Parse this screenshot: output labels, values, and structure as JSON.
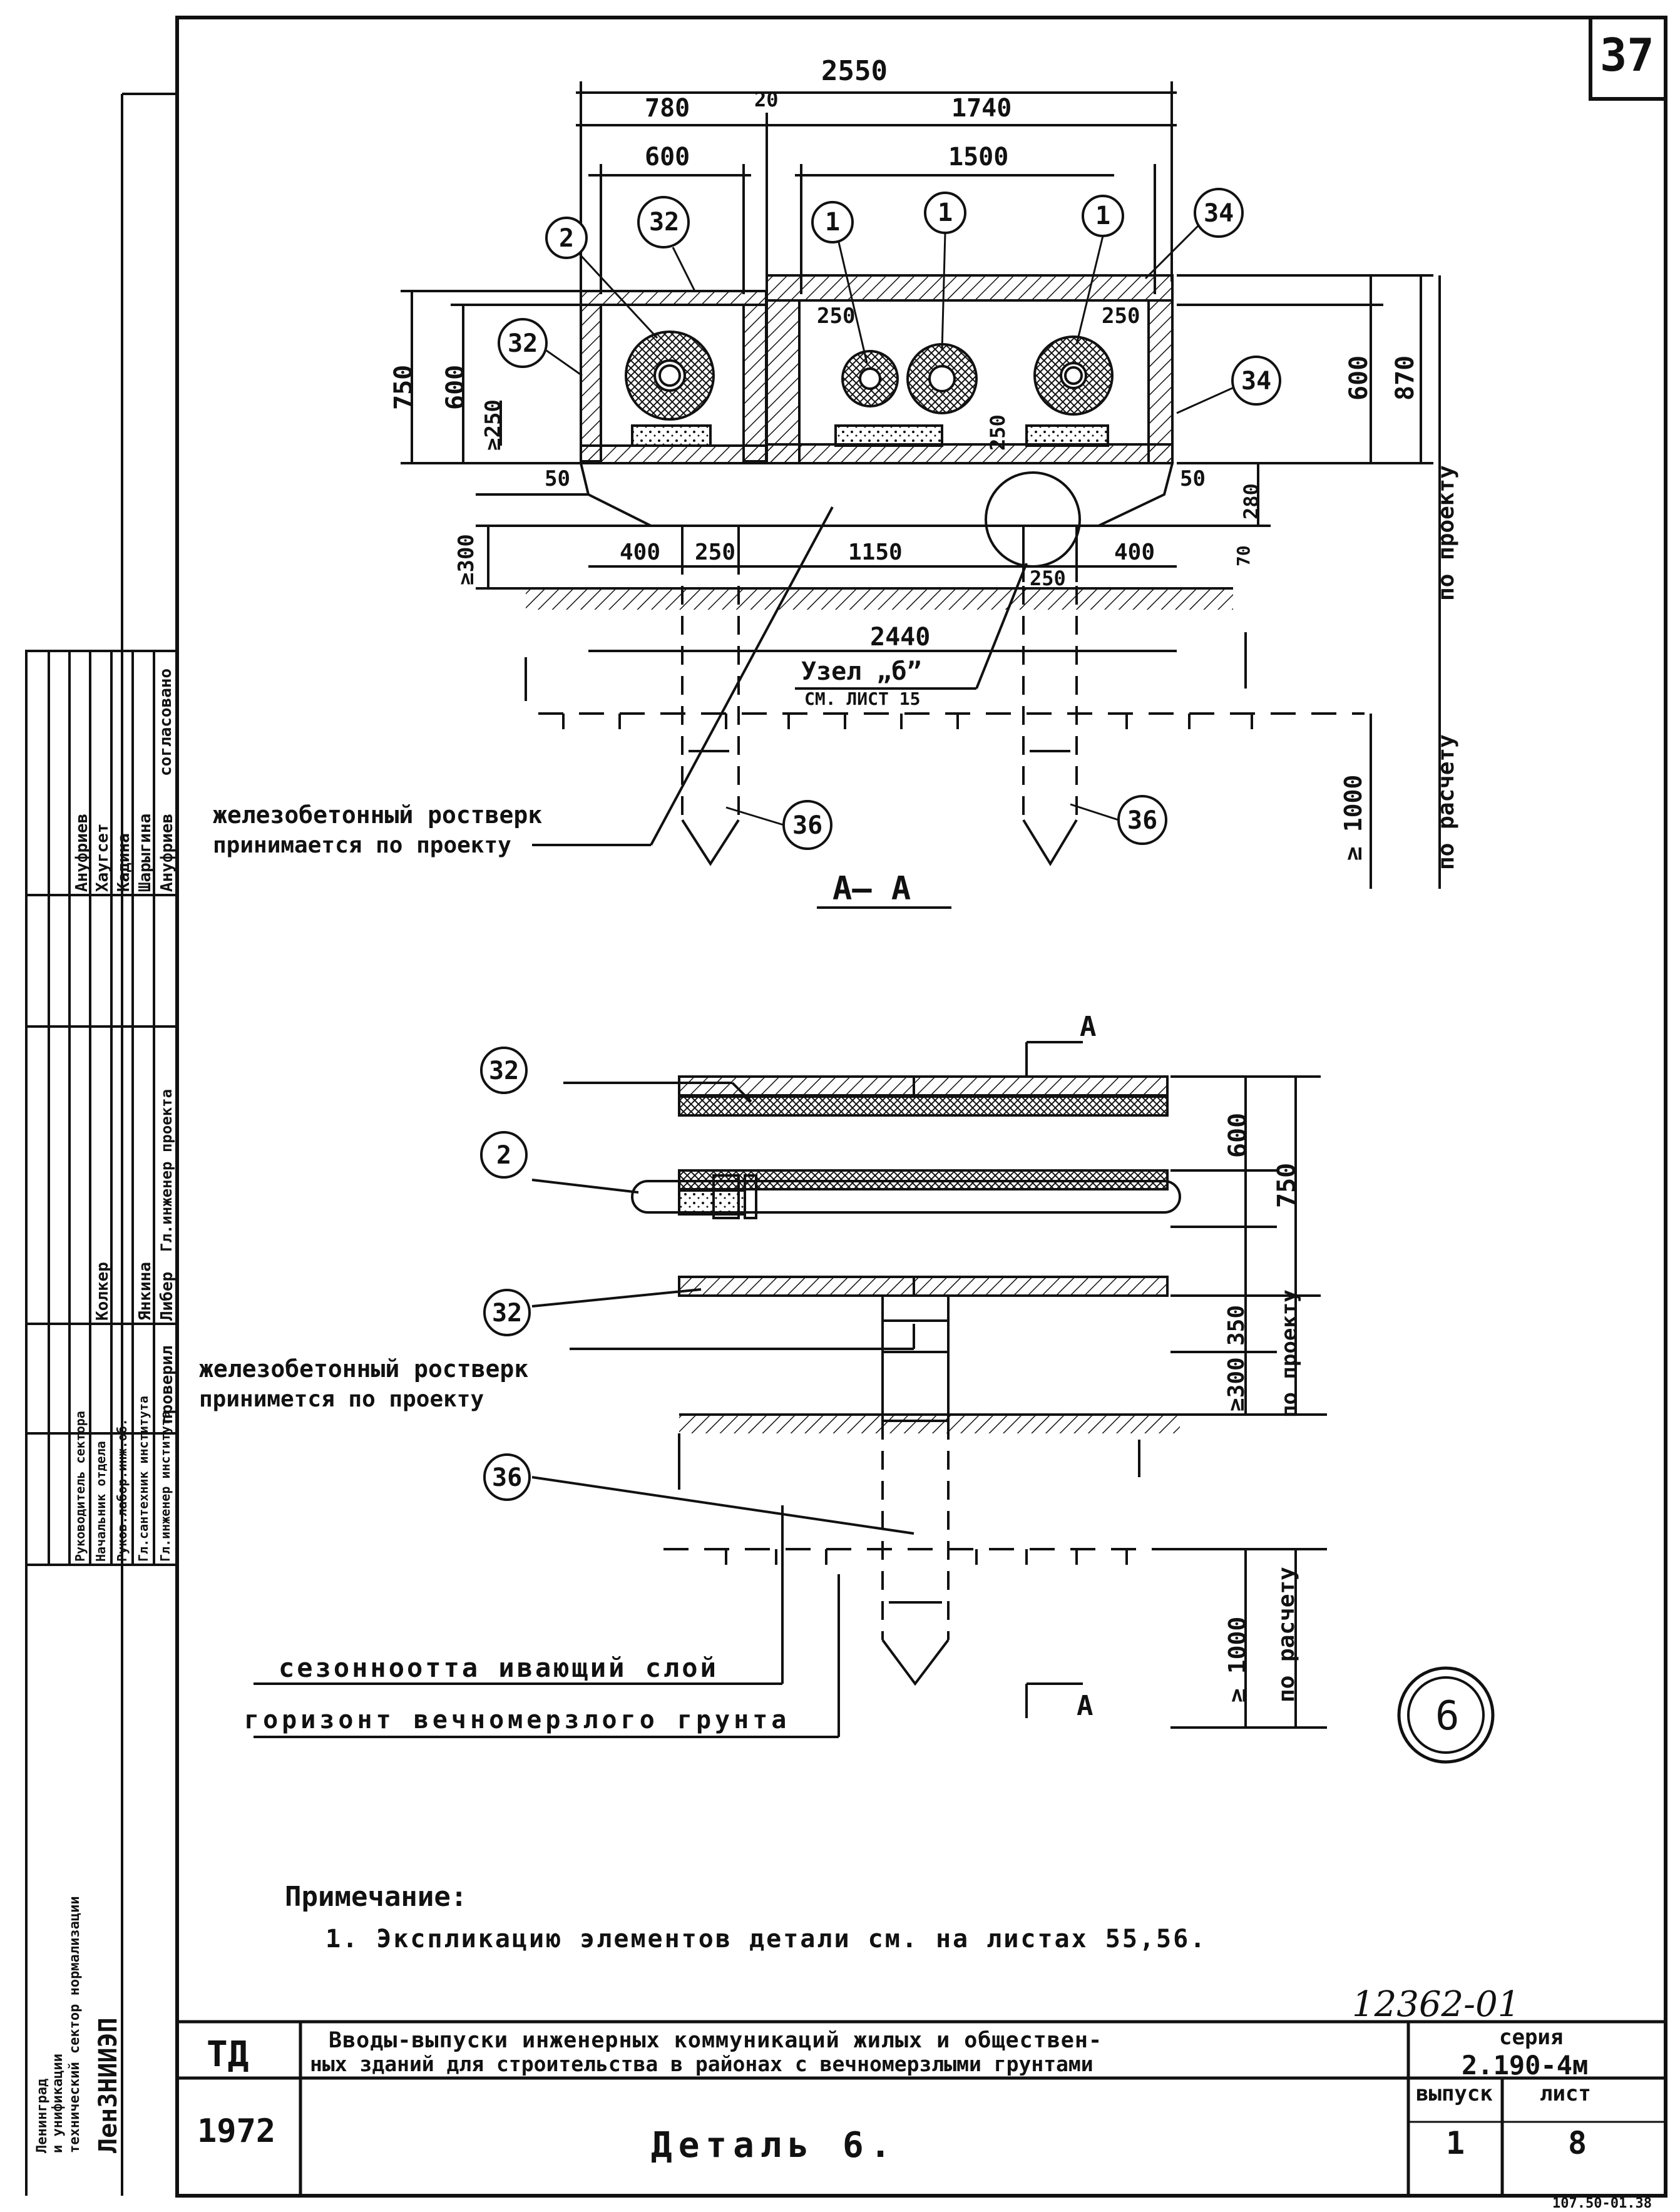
{
  "sheet_number": "37",
  "section_aa": {
    "title": "А— А",
    "dims_top": [
      "2550",
      "780",
      "20",
      "1740",
      "600",
      "1500"
    ],
    "dims_inner": [
      "250",
      "250",
      "250",
      "≥250"
    ],
    "dims_left": [
      "750",
      "600"
    ],
    "dims_right": [
      "600",
      "870"
    ],
    "dims_bottom": [
      "50",
      "50",
      "280",
      "≥300",
      "400",
      "250",
      "1150",
      "250",
      "400",
      "70",
      "2440"
    ],
    "callouts": [
      "2",
      "32",
      "1",
      "1",
      "34",
      "32",
      "34",
      "36",
      "36"
    ],
    "node_label": "Узел „б”",
    "node_ref": "СМ. ЛИСТ 15",
    "grillage_line1": "железобетонный ростверк",
    "grillage_line2": "принимается по проекту",
    "vertical_per_project": "по проекту",
    "vertical_per_calc": "по расчету",
    "dim_1000": "≥ 1000"
  },
  "plan_view": {
    "section_marks": [
      "А",
      "А"
    ],
    "callouts": [
      "32",
      "2",
      "32",
      "36"
    ],
    "dims_right": [
      "600",
      "750",
      "350",
      "≥300",
      "≥ 1000"
    ],
    "vertical_per_project": "по проекту",
    "vertical_per_calc": "по расчету",
    "grillage_line1": "железобетонный ростверк",
    "grillage_line2": "принимется по проекту",
    "seasonal_layer": "сезонноотта ивающий слой",
    "permafrost_horizon": "горизонт вечномерзлого грунта"
  },
  "detail_mark": "6",
  "note_title": "Примечание:",
  "note_text": "1. Экспликацию элементов детали см. на листах 55,56.",
  "handwritten_code": "12362-01",
  "stamp": {
    "td": "ТД",
    "year": "1972",
    "title_line1": "Вводы-выпуски инженерных коммуникаций жилых и обществен-",
    "title_line2": "ных зданий для строительства в районах с вечномерзлыми грунтами",
    "series_label": "серия",
    "series_value": "2.190-4м",
    "issue_label": "выпуск",
    "issue_value": "1",
    "sheet_label": "лист",
    "sheet_value": "8",
    "detail_title": "Деталь 6."
  },
  "side_block": {
    "approved": "согласовано",
    "approve_names": [
      "Ануфриев",
      "Шарыгина",
      "Кадина",
      "Хаугсет",
      "Ануфриев"
    ],
    "roles": [
      "Гл.инженер института",
      "Гл.сантехник института",
      "Руков.лабор.инж.об.",
      "Начальник отдела",
      "Руководитель сектора"
    ],
    "role_names": [
      "Либер",
      "Янкина",
      "",
      "Колкер"
    ],
    "chief_project": "Гл.инженер проекта",
    "checked": "проверил",
    "org_line1": "ЛенЗНИИЭП",
    "org_line2": "технический сектор нормализации",
    "org_line3": "и унификации",
    "org_line4": "Ленинград"
  },
  "corner_code": "107.50-01.38"
}
